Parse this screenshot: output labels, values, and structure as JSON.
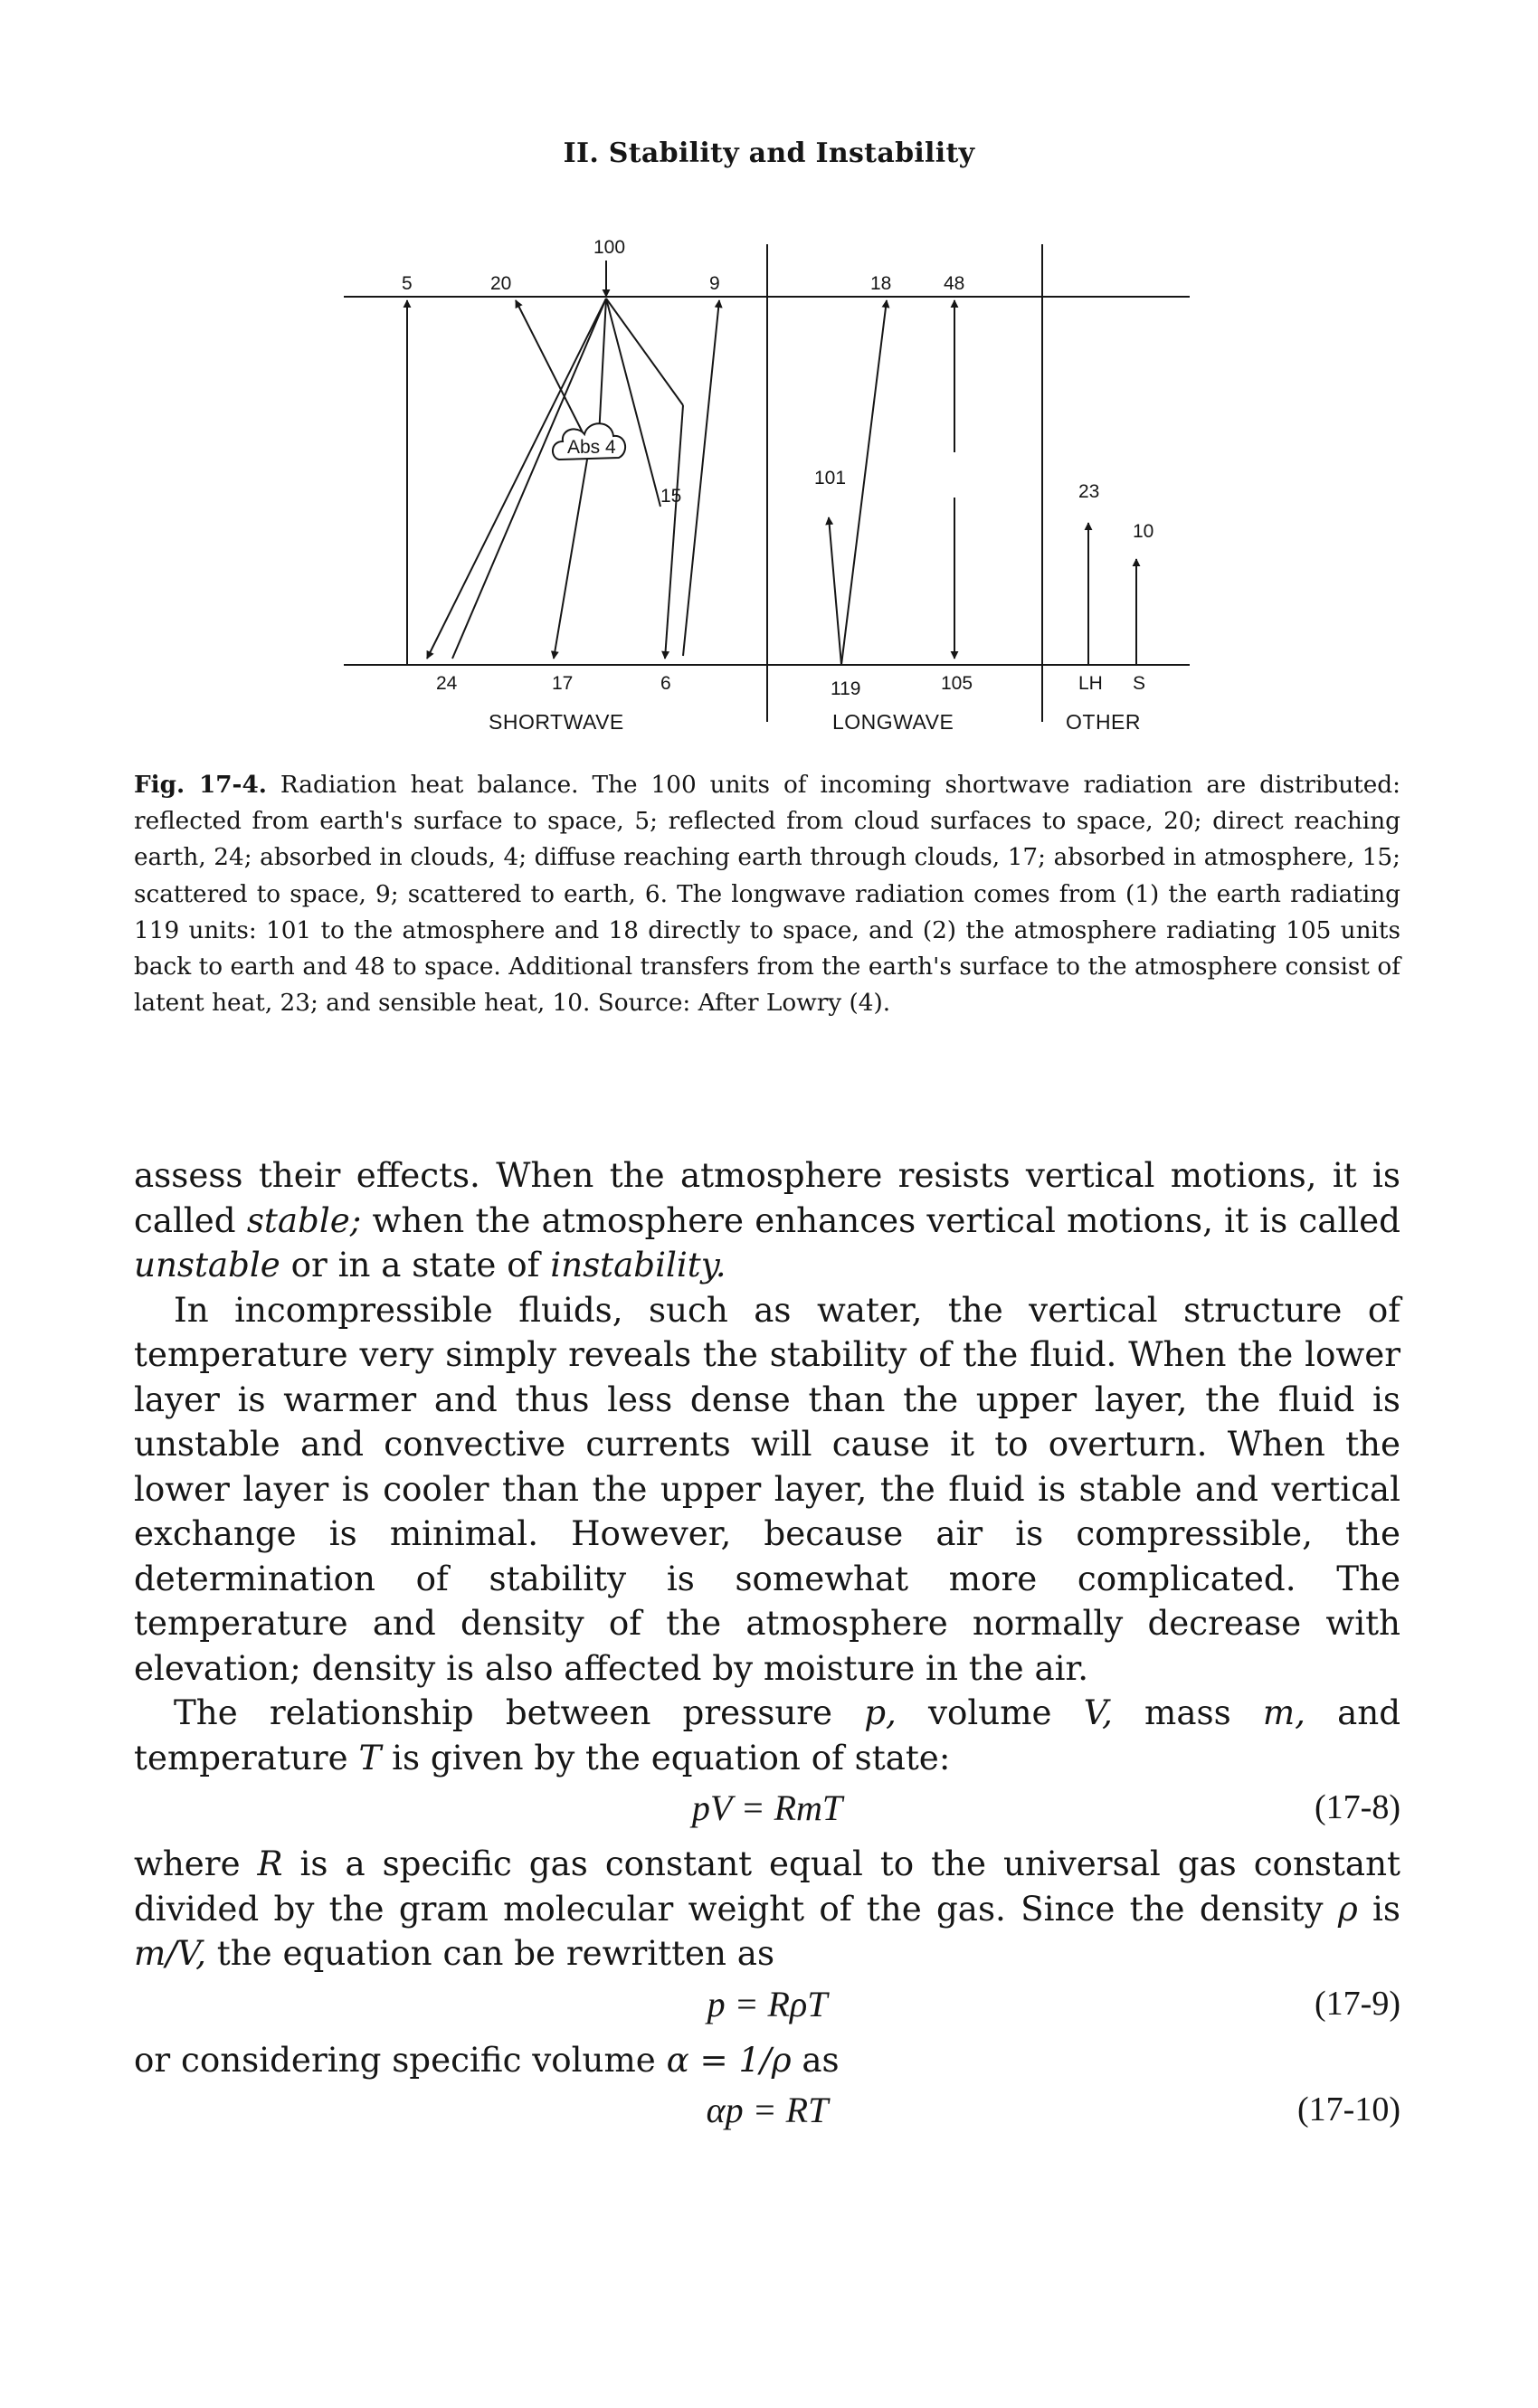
{
  "running_head": "II.  Stability and Instability",
  "figure": {
    "shortwave_labels": {
      "incoming": "100",
      "reflected_surface": "5",
      "reflected_clouds": "20",
      "scattered_space": "9",
      "absorbed_clouds": "Abs 4",
      "absorbed_atmosphere": "15",
      "direct_earth": "24",
      "diffuse_earth": "17",
      "scattered_earth": "6"
    },
    "longwave_labels": {
      "earth_to_space": "18",
      "atmosphere_to_space": "48",
      "earth_to_atmosphere": "101",
      "earth_radiating": "119",
      "atmosphere_to_earth": "105"
    },
    "other_labels": {
      "latent_value": "23",
      "sensible_value": "10",
      "latent_label": "LH",
      "sensible_label": "S"
    },
    "section_labels": {
      "shortwave": "SHORTWAVE",
      "longwave": "LONGWAVE",
      "other": "OTHER"
    }
  },
  "caption": {
    "number": "Fig. 17-4.",
    "text": "Radiation heat balance. The 100 units of incoming shortwave radiation are distributed: reflected from earth's surface to space, 5; reflected from cloud surfaces to space, 20; direct reaching earth, 24; absorbed in clouds, 4; diffuse reaching earth through clouds, 17; absorbed in atmosphere, 15; scattered to space, 9; scattered to earth, 6. The longwave radiation comes from (1) the earth radiating 119 units: 101 to the atmosphere and 18 directly to space, and (2) the atmosphere radiating 105 units back to earth and 48 to space. Additional transfers from the earth's surface to the atmosphere consist of latent heat, 23; and sensible heat, 10. Source: After Lowry (4)."
  },
  "body": {
    "p1_a": "assess their effects. When the atmosphere resists vertical motions, it is called ",
    "p1_stable": "stable;",
    "p1_b": " when the atmosphere enhances vertical motions, it is called ",
    "p1_unstable": "unstable",
    "p1_c": " or in a state of ",
    "p1_instability": "instability.",
    "p2": "In incompressible fluids, such as water, the vertical structure of temperature very simply reveals the stability of the fluid. When the lower layer is warmer and thus less dense than the upper layer, the fluid is unstable and convective currents will cause it to overturn. When the lower layer is cooler than the upper layer, the fluid is stable and vertical exchange is minimal. However, because air is compressible, the determination of stability is somewhat more complicated. The temperature and density of the atmosphere normally decrease with elevation; density is also affected by moisture in the air.",
    "p3_a": "The relationship between pressure ",
    "p3_p": "p,",
    "p3_b": " volume ",
    "p3_V": "V,",
    "p3_c": " mass ",
    "p3_m": "m,",
    "p3_d": " and temperature ",
    "p3_T": "T",
    "p3_e": " is given by the equation of state:",
    "eq1": "pV  =  RmT",
    "eq1_num": "(17-8)",
    "p4_a": "where ",
    "p4_R": "R",
    "p4_b": " is a specific gas constant equal to the universal gas constant divided by the gram molecular weight of the gas. Since the density ",
    "p4_rho": "ρ",
    "p4_c": " is ",
    "p4_mV": "m/V,",
    "p4_d": " the equation can be rewritten as",
    "eq2": "p  =  RρT",
    "eq2_num": "(17-9)",
    "p5_a": "or considering specific volume ",
    "p5_alpha": "α  =  1/ρ",
    "p5_b": " as",
    "eq3": "αp  =  RT",
    "eq3_num": "(17-10)"
  }
}
